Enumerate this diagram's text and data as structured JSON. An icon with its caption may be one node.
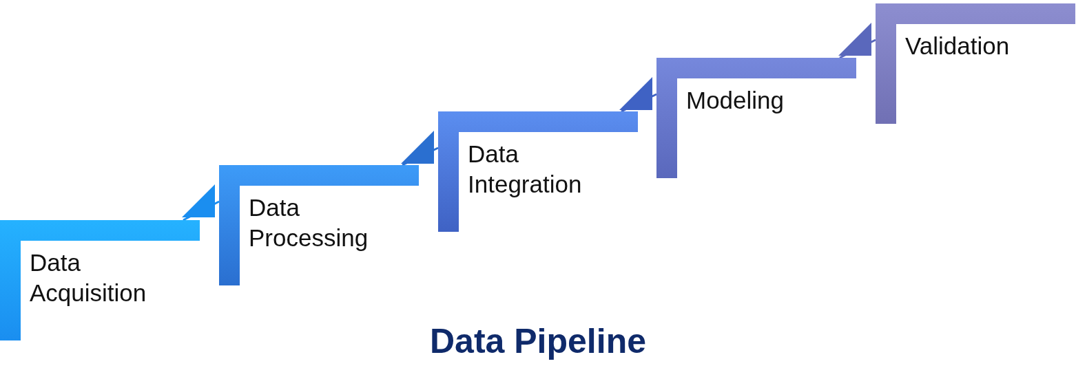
{
  "diagram": {
    "title": "Data Pipeline",
    "nodes": [
      {
        "text": [
          "Data Acquisition"
        ]
      },
      {
        "text": [
          "Data Processing"
        ]
      },
      {
        "text": [
          "Data Integration"
        ]
      },
      {
        "text": [
          "Modeling"
        ]
      },
      {
        "text": [
          "Validation"
        ]
      }
    ],
    "edges": [
      {
        "from": 0,
        "to": 1,
        "arrow": "to"
      },
      {
        "from": 1,
        "to": 2,
        "arrow": "to"
      },
      {
        "from": 2,
        "to": 3,
        "arrow": "to"
      },
      {
        "from": 3,
        "to": 4,
        "arrow": "to"
      }
    ]
  }
}
